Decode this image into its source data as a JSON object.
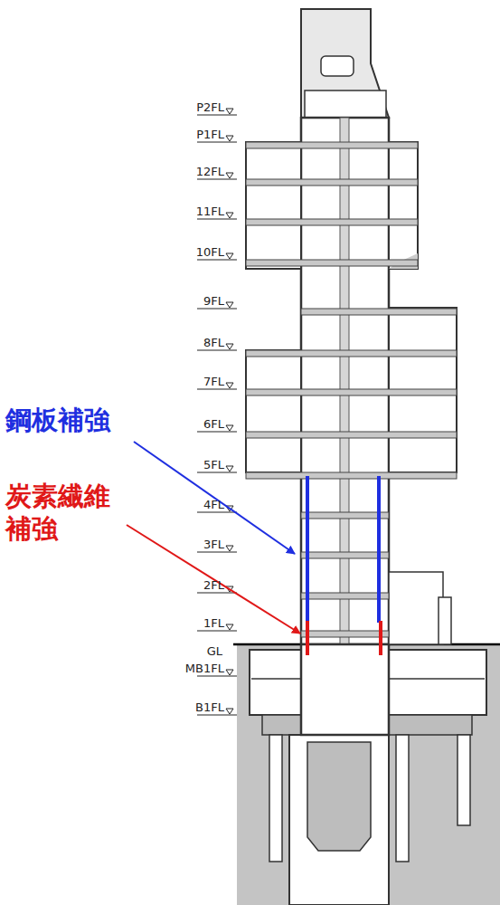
{
  "diagram": {
    "labels": [
      "P2FL",
      "P1FL",
      "12FL",
      "11FL",
      "10FL",
      "9FL",
      "8FL",
      "7FL",
      "6FL",
      "5FL",
      "4FL",
      "3FL",
      "2FL",
      "1FL",
      "GL",
      "MB1FL",
      "B1FL",
      "鋼板補強",
      "炭素繊維 補強"
    ]
  }
}
